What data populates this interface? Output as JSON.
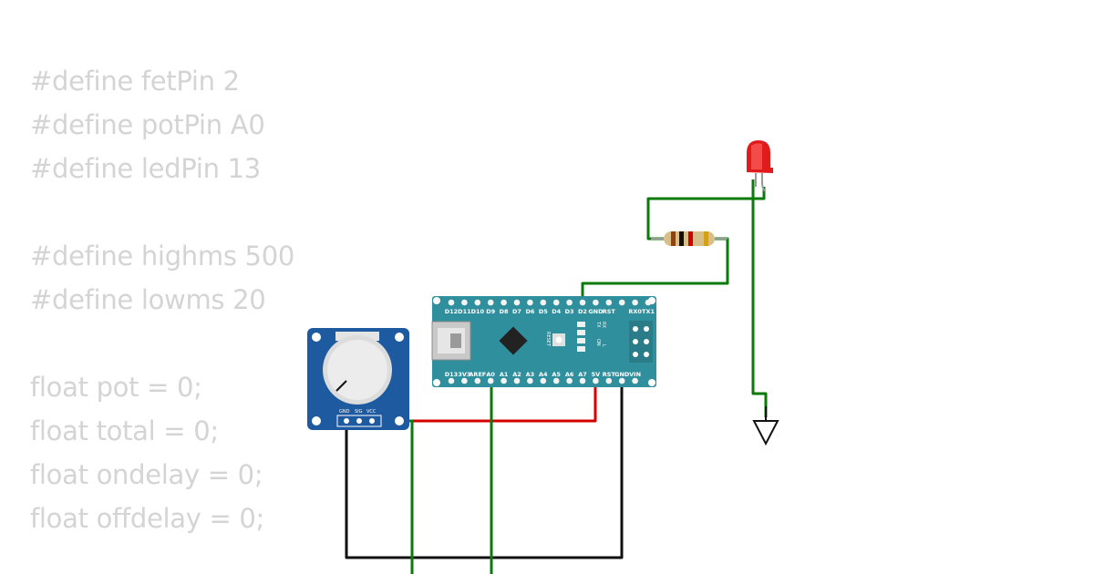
{
  "code": {
    "lines": [
      "#define fetPin 2",
      "#define potPin A0",
      "#define ledPin 13",
      "",
      "#define highms 500",
      "#define lowms 20",
      "",
      "float pot = 0;",
      "float total = 0;",
      "float ondelay = 0;",
      "float offdelay = 0;"
    ]
  },
  "nano": {
    "top_pins": [
      "D12",
      "D11",
      "D10",
      "D9",
      "D8",
      "D7",
      "D6",
      "D5",
      "D4",
      "D3",
      "D2",
      "GND",
      "RST",
      "",
      "RX0",
      "TX1"
    ],
    "bottom_pins": [
      "D13",
      "3V3",
      "AREF",
      "A0",
      "A1",
      "A2",
      "A3",
      "A4",
      "A5",
      "A6",
      "A7",
      "5V",
      "RST",
      "GND",
      "VIN"
    ],
    "reset_label": "RESET",
    "led_labels": [
      "TX",
      "RX",
      "ON",
      "L"
    ]
  },
  "potentiometer": {
    "pin_labels": [
      "GND",
      "SIG",
      "VCC"
    ]
  },
  "colors": {
    "board": "#2f8f9d",
    "code_text": "#d4d4d4",
    "wire_green": "#0b7a0b",
    "wire_red": "#d40000",
    "wire_black": "#111111",
    "led_red": "#e11b1b"
  },
  "icons": [
    "ground-icon",
    "led-icon",
    "resistor-icon",
    "potentiometer-icon",
    "arduino-nano-icon"
  ]
}
